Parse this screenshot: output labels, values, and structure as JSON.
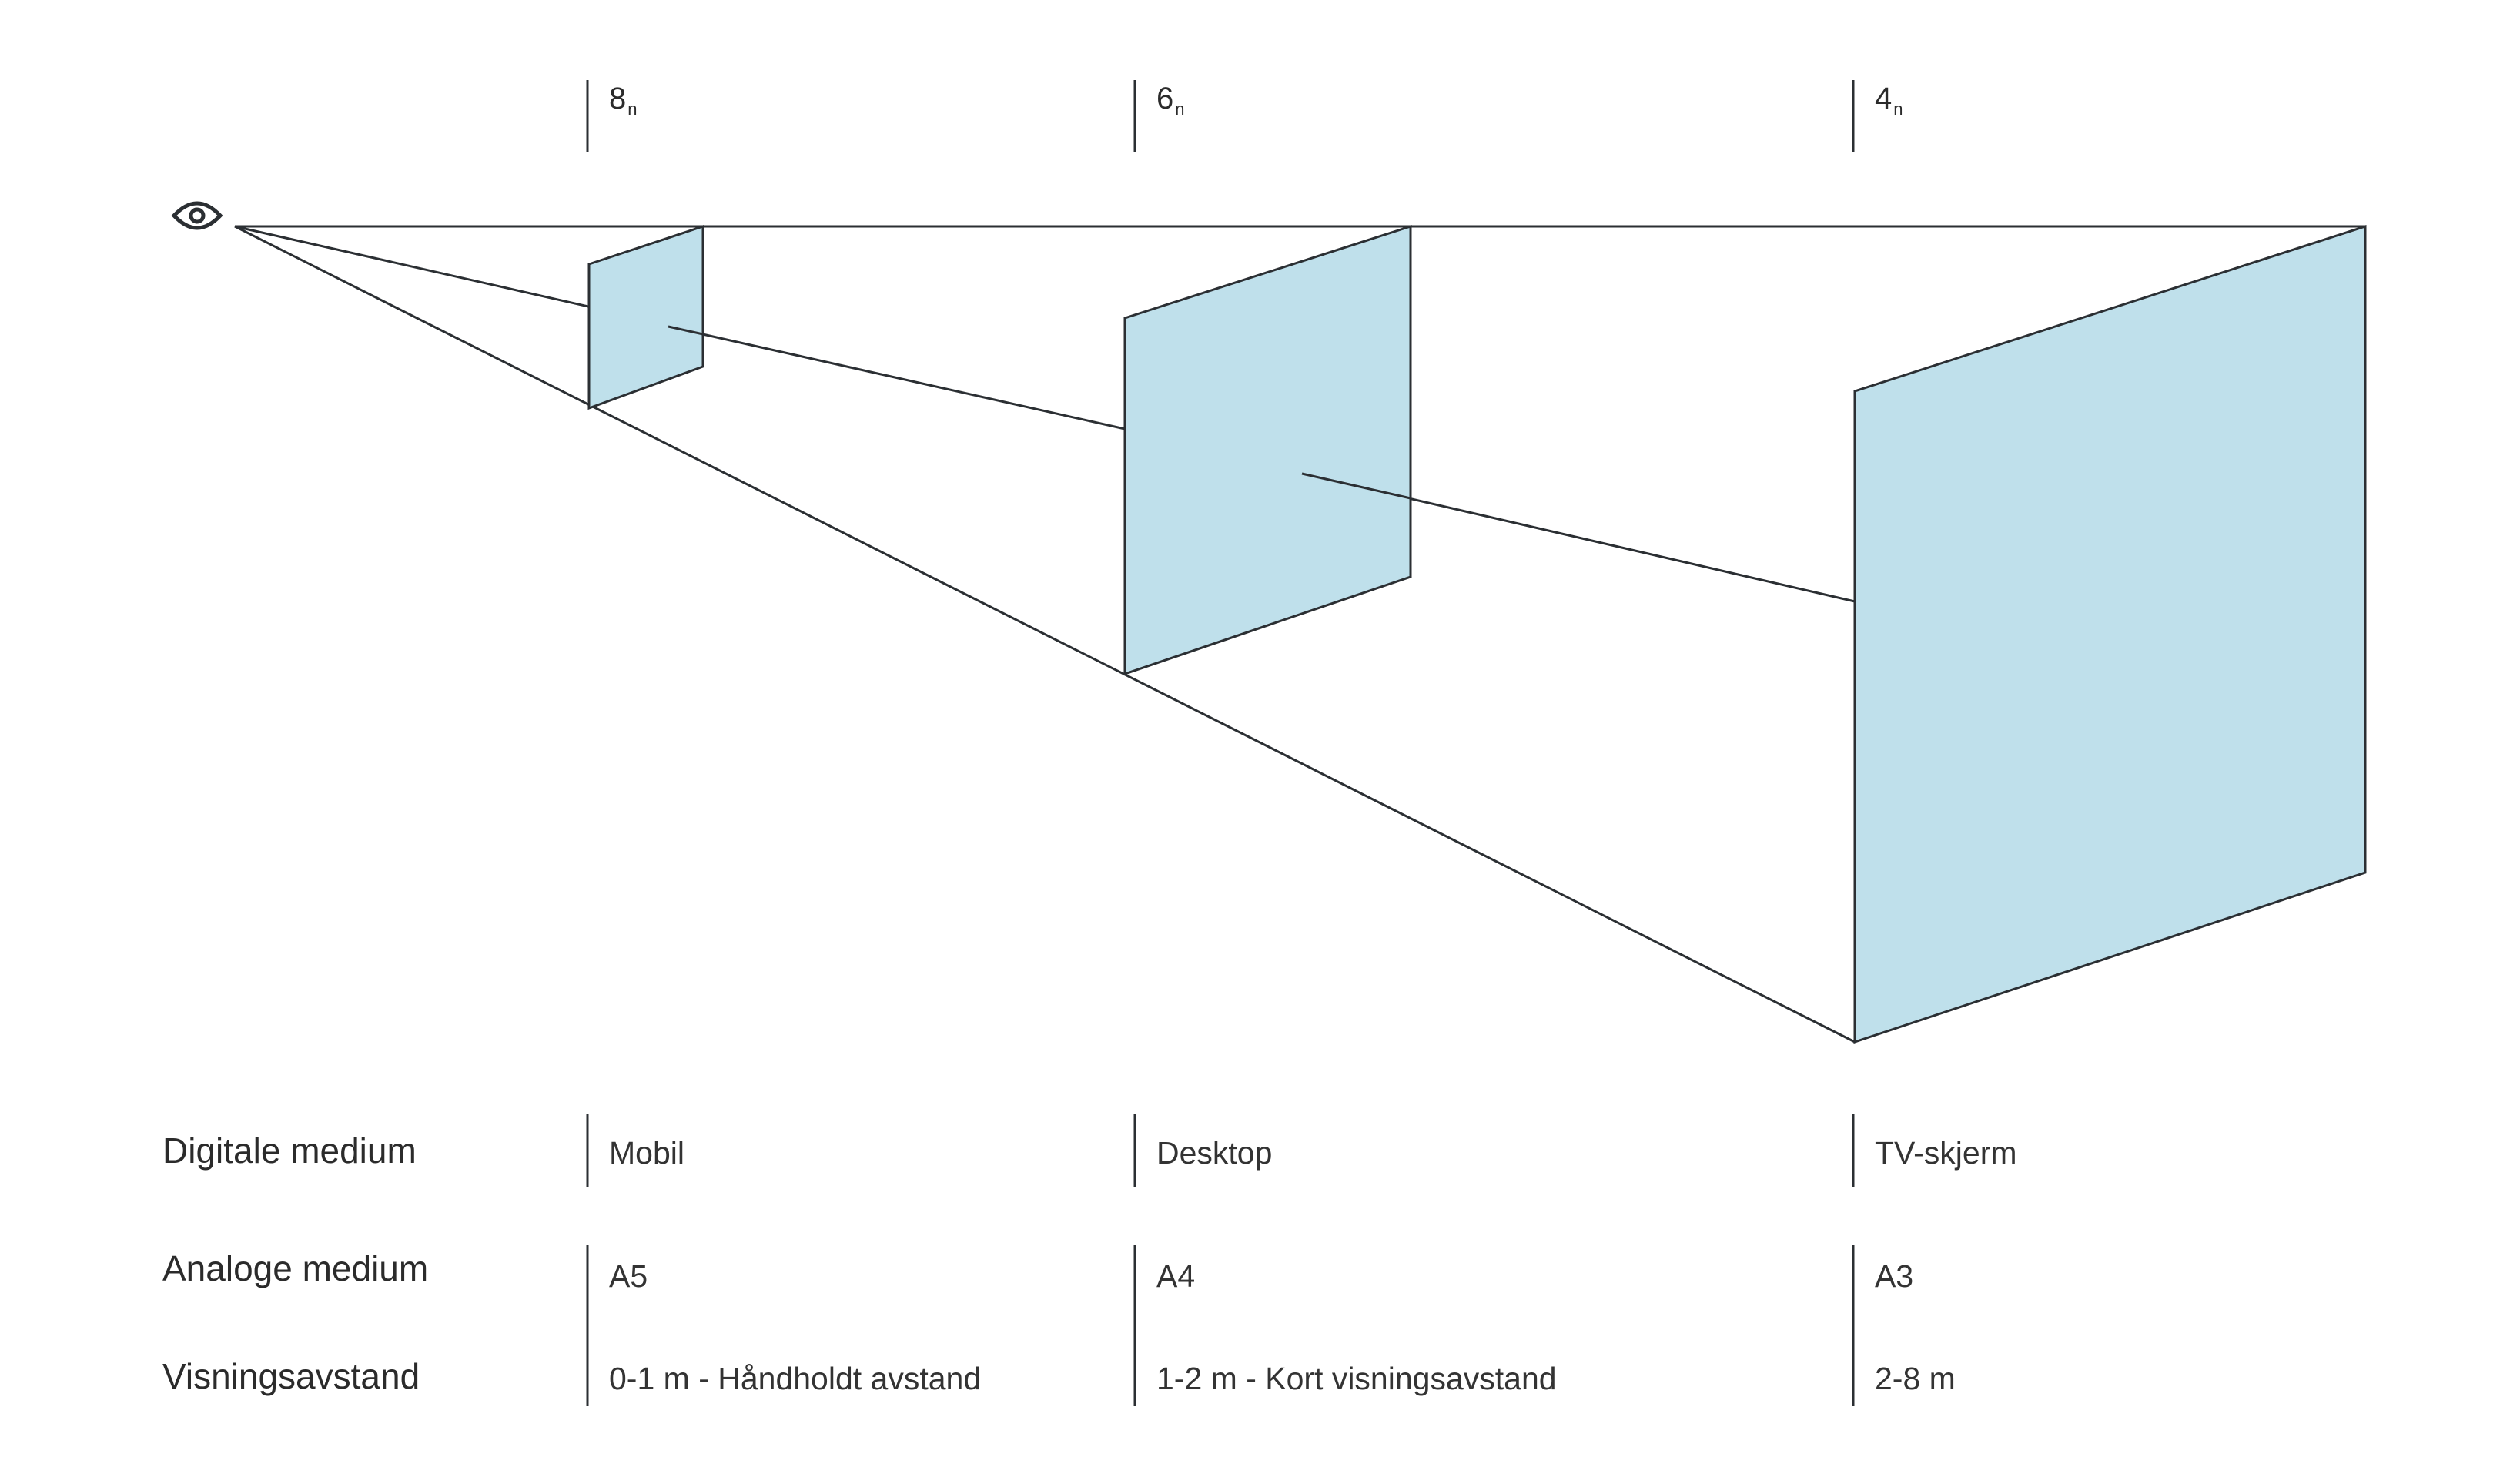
{
  "colors": {
    "screen_fill": "#bfe0eb",
    "stroke": "#2b2f33",
    "text": "#2b2b2b",
    "background": "#ffffff"
  },
  "viewer": {
    "icon": "eye-icon"
  },
  "columns": [
    {
      "scale_num": "8",
      "scale_sub": "n",
      "digital": "Mobil",
      "analog": "A5",
      "distance": "0-1 m - Håndholdt avstand"
    },
    {
      "scale_num": "6",
      "scale_sub": "n",
      "digital": "Desktop",
      "analog": "A4",
      "distance": "1-2 m - Kort visningsavstand"
    },
    {
      "scale_num": "4",
      "scale_sub": "n",
      "digital": "TV-skjerm",
      "analog": "A3",
      "distance": "2-8 m"
    }
  ],
  "rows": {
    "digital_label": "Digitale medium",
    "analog_label": "Analoge medium",
    "distance_label": "Visningsavstand"
  }
}
